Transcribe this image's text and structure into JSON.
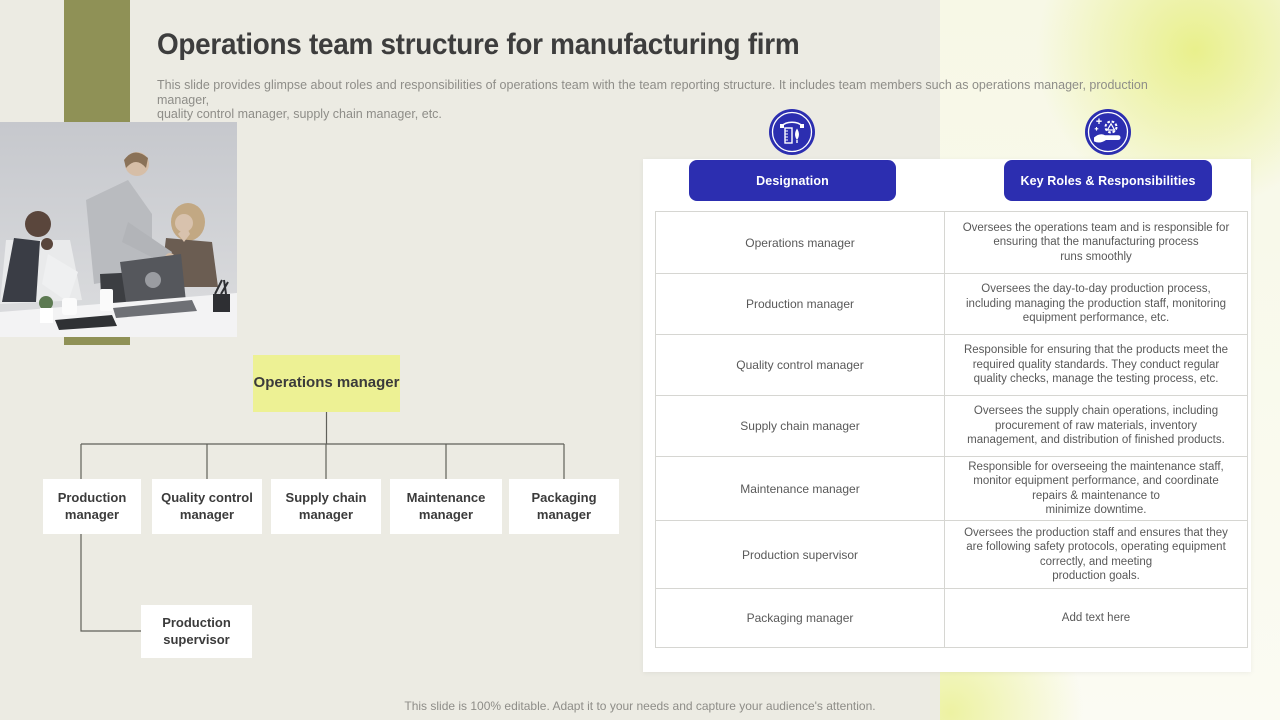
{
  "slide": {
    "title": "Operations team structure for manufacturing firm",
    "subtitle": "This slide provides glimpse about roles and responsibilities of operations team with the team reporting structure. It includes team members such as operations manager, production manager,\nquality control manager, supply chain manager, etc.",
    "footer": "This slide is 100% editable. Adapt it to your needs and capture your audience's attention."
  },
  "colors": {
    "accent_blue": "#2c2eb0",
    "highlight_yellow": "#edf194",
    "olive_bar": "#8f9156",
    "background_beige": "#ecebe3",
    "table_border": "#d6d6d2",
    "body_text": "#595959"
  },
  "org_chart": {
    "root": "Operations manager",
    "children": [
      "Production manager",
      "Quality control manager",
      "Supply chain manager",
      "Maintenance manager",
      "Packaging manager"
    ],
    "sub": "Production supervisor"
  },
  "table": {
    "headers": [
      {
        "label": "Designation",
        "icon": "pen-tool-ruler-icon"
      },
      {
        "label": "Key Roles & Responsibilities",
        "icon": "hand-gear-icon"
      }
    ],
    "rows": [
      {
        "designation": "Operations manager",
        "responsibilities": "Oversees the operations team and is responsible for ensuring that the manufacturing process\nruns smoothly"
      },
      {
        "designation": "Production manager",
        "responsibilities": "Oversees the day-to-day production process,\nincluding managing the production staff, monitoring\nequipment performance, etc."
      },
      {
        "designation": "Quality control manager",
        "responsibilities": "Responsible for ensuring that the products meet the\nrequired quality standards. They conduct regular\nquality checks, manage the testing process, etc."
      },
      {
        "designation": "Supply chain manager",
        "responsibilities": "Oversees the supply chain operations, including\nprocurement of raw materials, inventory\nmanagement, and distribution of finished products."
      },
      {
        "designation": "Maintenance manager",
        "responsibilities": "Responsible for overseeing the maintenance staff,\nmonitor equipment performance, and coordinate\nrepairs & maintenance to\nminimize downtime."
      },
      {
        "designation": "Production supervisor",
        "responsibilities": "Oversees the production staff and ensures that they\nare following safety protocols, operating equipment\ncorrectly, and meeting\nproduction goals."
      },
      {
        "designation": "Packaging manager",
        "responsibilities": "Add text here"
      }
    ]
  }
}
